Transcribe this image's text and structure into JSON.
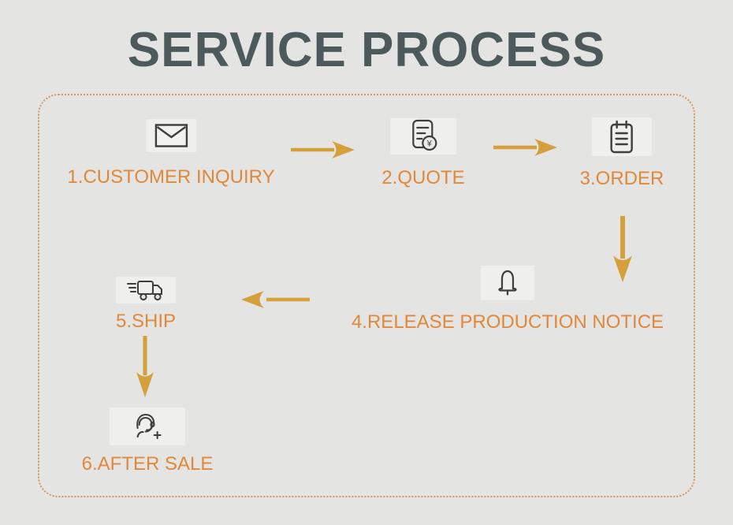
{
  "title": "SERVICE PROCESS",
  "colors": {
    "background": "#e4e4e2",
    "title_text": "#4d5a5c",
    "step_label_text": "#e0883b",
    "arrow": "#d5a03c",
    "dashed_border": "#d9945f",
    "icon_stroke": "#3e3e3e"
  },
  "steps": [
    {
      "label": "1.CUSTOMER INQUIRY",
      "icon": "envelope-icon"
    },
    {
      "label": "2.QUOTE",
      "icon": "quotation-document-icon"
    },
    {
      "label": "3.ORDER",
      "icon": "clipboard-order-icon"
    },
    {
      "label": "4.RELEASE PRODUCTION NOTICE",
      "icon": "bell-notice-icon"
    },
    {
      "label": "5.SHIP",
      "icon": "delivery-truck-icon"
    },
    {
      "label": "6.AFTER SALE",
      "icon": "after-sale-support-icon"
    }
  ],
  "arrows": [
    {
      "from": 1,
      "to": 2,
      "direction": "right"
    },
    {
      "from": 2,
      "to": 3,
      "direction": "right"
    },
    {
      "from": 3,
      "to": 4,
      "direction": "down"
    },
    {
      "from": 4,
      "to": 5,
      "direction": "left"
    },
    {
      "from": 5,
      "to": 6,
      "direction": "down"
    }
  ]
}
